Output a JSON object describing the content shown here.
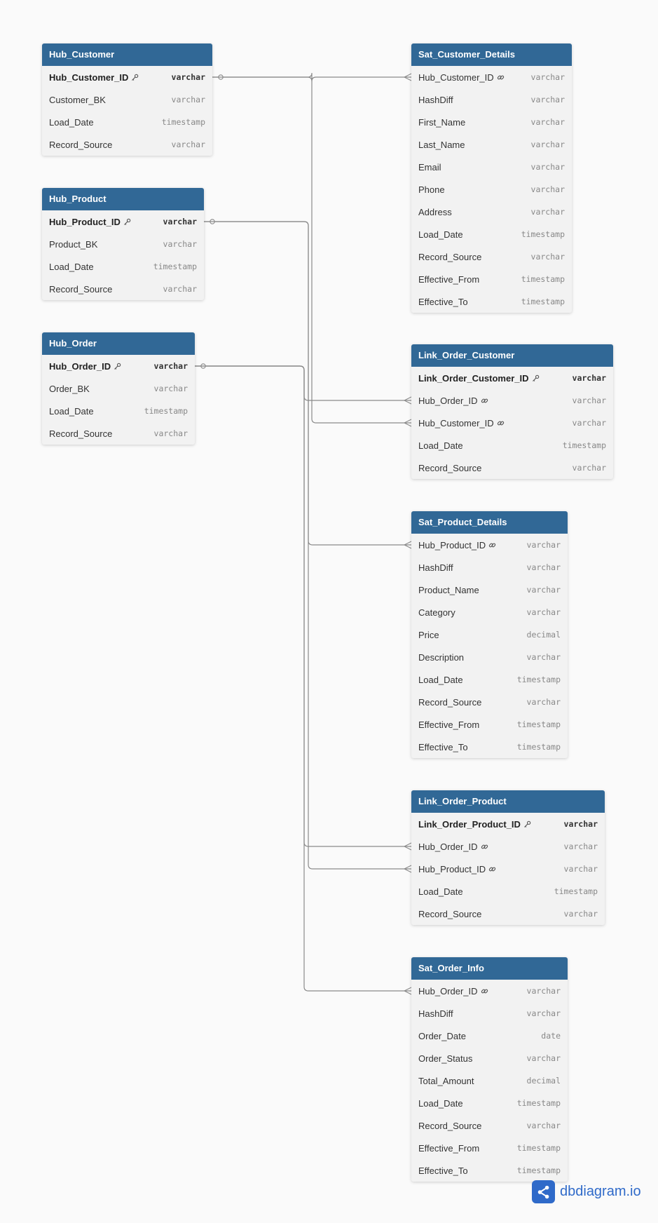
{
  "tables": [
    {
      "name": "Hub_Customer",
      "fields": [
        {
          "name": "Hub_Customer_ID",
          "type": "varchar",
          "pk": true
        },
        {
          "name": "Customer_BK",
          "type": "varchar"
        },
        {
          "name": "Load_Date",
          "type": "timestamp"
        },
        {
          "name": "Record_Source",
          "type": "varchar"
        }
      ]
    },
    {
      "name": "Hub_Product",
      "fields": [
        {
          "name": "Hub_Product_ID",
          "type": "varchar",
          "pk": true
        },
        {
          "name": "Product_BK",
          "type": "varchar"
        },
        {
          "name": "Load_Date",
          "type": "timestamp"
        },
        {
          "name": "Record_Source",
          "type": "varchar"
        }
      ]
    },
    {
      "name": "Hub_Order",
      "fields": [
        {
          "name": "Hub_Order_ID",
          "type": "varchar",
          "pk": true
        },
        {
          "name": "Order_BK",
          "type": "varchar"
        },
        {
          "name": "Load_Date",
          "type": "timestamp"
        },
        {
          "name": "Record_Source",
          "type": "varchar"
        }
      ]
    },
    {
      "name": "Sat_Customer_Details",
      "fields": [
        {
          "name": "Hub_Customer_ID",
          "type": "varchar",
          "fk": true
        },
        {
          "name": "HashDiff",
          "type": "varchar"
        },
        {
          "name": "First_Name",
          "type": "varchar"
        },
        {
          "name": "Last_Name",
          "type": "varchar"
        },
        {
          "name": "Email",
          "type": "varchar"
        },
        {
          "name": "Phone",
          "type": "varchar"
        },
        {
          "name": "Address",
          "type": "varchar"
        },
        {
          "name": "Load_Date",
          "type": "timestamp"
        },
        {
          "name": "Record_Source",
          "type": "varchar"
        },
        {
          "name": "Effective_From",
          "type": "timestamp"
        },
        {
          "name": "Effective_To",
          "type": "timestamp"
        }
      ]
    },
    {
      "name": "Link_Order_Customer",
      "fields": [
        {
          "name": "Link_Order_Customer_ID",
          "type": "varchar",
          "pk": true
        },
        {
          "name": "Hub_Order_ID",
          "type": "varchar",
          "fk": true
        },
        {
          "name": "Hub_Customer_ID",
          "type": "varchar",
          "fk": true
        },
        {
          "name": "Load_Date",
          "type": "timestamp"
        },
        {
          "name": "Record_Source",
          "type": "varchar"
        }
      ]
    },
    {
      "name": "Sat_Product_Details",
      "fields": [
        {
          "name": "Hub_Product_ID",
          "type": "varchar",
          "fk": true
        },
        {
          "name": "HashDiff",
          "type": "varchar"
        },
        {
          "name": "Product_Name",
          "type": "varchar"
        },
        {
          "name": "Category",
          "type": "varchar"
        },
        {
          "name": "Price",
          "type": "decimal"
        },
        {
          "name": "Description",
          "type": "varchar"
        },
        {
          "name": "Load_Date",
          "type": "timestamp"
        },
        {
          "name": "Record_Source",
          "type": "varchar"
        },
        {
          "name": "Effective_From",
          "type": "timestamp"
        },
        {
          "name": "Effective_To",
          "type": "timestamp"
        }
      ]
    },
    {
      "name": "Link_Order_Product",
      "fields": [
        {
          "name": "Link_Order_Product_ID",
          "type": "varchar",
          "pk": true
        },
        {
          "name": "Hub_Order_ID",
          "type": "varchar",
          "fk": true
        },
        {
          "name": "Hub_Product_ID",
          "type": "varchar",
          "fk": true
        },
        {
          "name": "Load_Date",
          "type": "timestamp"
        },
        {
          "name": "Record_Source",
          "type": "varchar"
        }
      ]
    },
    {
      "name": "Sat_Order_Info",
      "fields": [
        {
          "name": "Hub_Order_ID",
          "type": "varchar",
          "fk": true
        },
        {
          "name": "HashDiff",
          "type": "varchar"
        },
        {
          "name": "Order_Date",
          "type": "date"
        },
        {
          "name": "Order_Status",
          "type": "varchar"
        },
        {
          "name": "Total_Amount",
          "type": "decimal"
        },
        {
          "name": "Load_Date",
          "type": "timestamp"
        },
        {
          "name": "Record_Source",
          "type": "varchar"
        },
        {
          "name": "Effective_From",
          "type": "timestamp"
        },
        {
          "name": "Effective_To",
          "type": "timestamp"
        }
      ]
    }
  ],
  "relations": [
    {
      "from": "Hub_Customer.Hub_Customer_ID",
      "to": "Sat_Customer_Details.Hub_Customer_ID"
    },
    {
      "from": "Hub_Customer.Hub_Customer_ID",
      "to": "Link_Order_Customer.Hub_Customer_ID"
    },
    {
      "from": "Hub_Product.Hub_Product_ID",
      "to": "Sat_Product_Details.Hub_Product_ID"
    },
    {
      "from": "Hub_Product.Hub_Product_ID",
      "to": "Link_Order_Product.Hub_Product_ID"
    },
    {
      "from": "Hub_Order.Hub_Order_ID",
      "to": "Link_Order_Customer.Hub_Order_ID"
    },
    {
      "from": "Hub_Order.Hub_Order_ID",
      "to": "Link_Order_Product.Hub_Order_ID"
    },
    {
      "from": "Hub_Order.Hub_Order_ID",
      "to": "Sat_Order_Info.Hub_Order_ID"
    }
  ],
  "brand": {
    "text": "dbdiagram.io",
    "color": "#2f6ac9"
  },
  "colors": {
    "header": "#316896",
    "line": "#8a8a8a"
  },
  "icons": {
    "pk": "key-icon",
    "fk": "link-icon"
  }
}
